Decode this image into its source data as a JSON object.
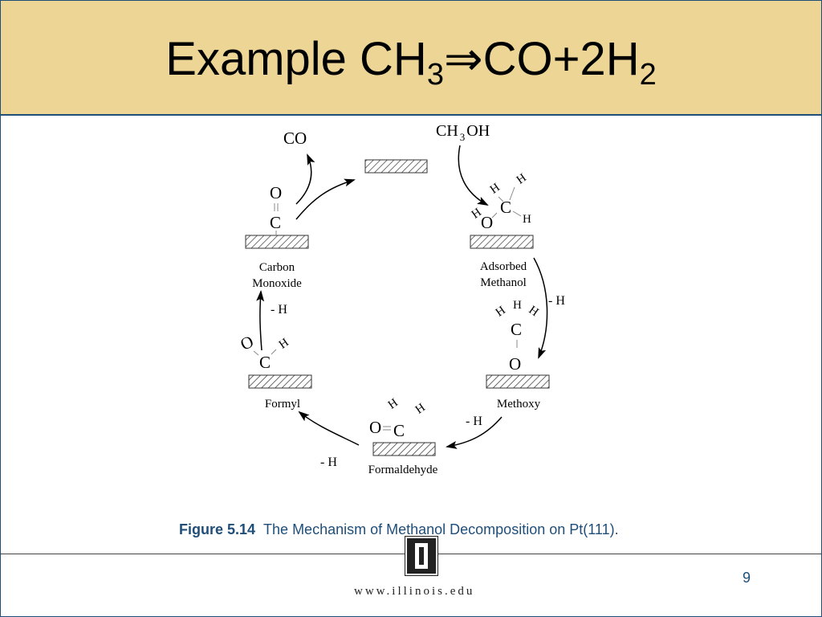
{
  "title": {
    "prefix": "Example CH",
    "sub1": "3",
    "arrow": "⇒",
    "middle": "CO+2H",
    "sub2": "2"
  },
  "diagram": {
    "ch3oh": {
      "ch": "CH",
      "sub": "3",
      "oh": "OH"
    },
    "co_product": "CO",
    "stages": {
      "carbon_monoxide": [
        "Carbon",
        "Monoxide"
      ],
      "adsorbed_methanol": [
        "Adsorbed",
        "Methanol"
      ],
      "methoxy": "Methoxy",
      "formaldehyde": "Formaldehyde",
      "formyl": "Formyl"
    },
    "minus_h": "- H",
    "atoms": {
      "O": "O",
      "C": "C",
      "H": "H"
    }
  },
  "caption": {
    "figure_label": "Figure 5.14",
    "text": "The Mechanism of Methanol Decomposition on Pt(111)."
  },
  "footer": {
    "page_number": "9",
    "url": "www.illinois.edu"
  }
}
